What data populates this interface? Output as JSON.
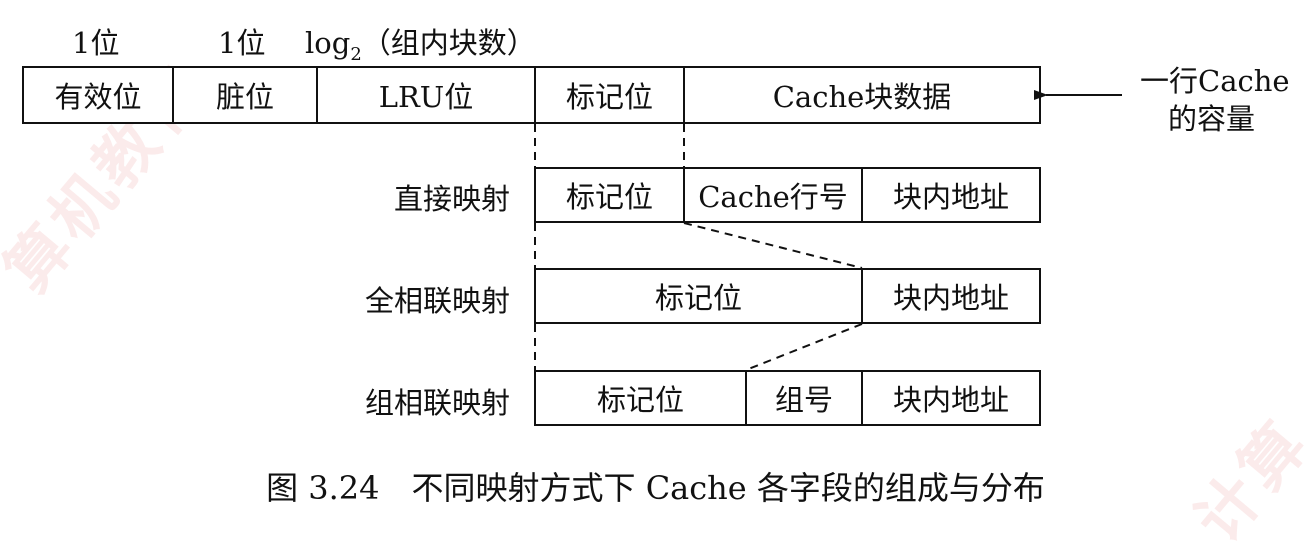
{
  "watermark": {
    "left": "算机教育",
    "right": "计算"
  },
  "widths_row": {
    "valid_bits": "1位",
    "dirty_bits": "1位",
    "lru_bits_base": "log",
    "lru_bits_sub": "2",
    "lru_bits_rest": "（组内块数）"
  },
  "cache_line": {
    "fields": [
      "有效位",
      "脏位",
      "LRU位",
      "标记位",
      "Cache块数据"
    ],
    "side_note_line1": "一行Cache",
    "side_note_line2": "的容量"
  },
  "direct_mapping": {
    "label": "直接映射",
    "fields": [
      "标记位",
      "Cache行号",
      "块内地址"
    ]
  },
  "fully_associative": {
    "label": "全相联映射",
    "fields": [
      "标记位",
      "块内地址"
    ]
  },
  "set_associative": {
    "label": "组相联映射",
    "fields": [
      "标记位",
      "组号",
      "块内地址"
    ]
  },
  "caption": "图 3.24　不同映射方式下 Cache 各字段的组成与分布"
}
